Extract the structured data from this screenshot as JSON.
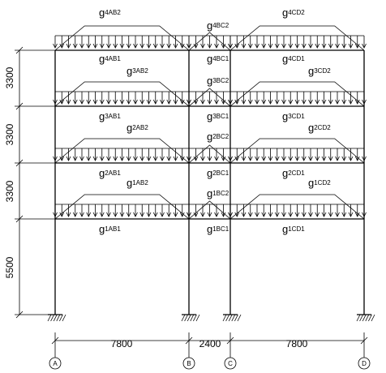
{
  "bays": [
    "7800",
    "2400",
    "7800"
  ],
  "storeys": [
    "3300",
    "3300",
    "3300",
    "5500"
  ],
  "axes": [
    "A",
    "B",
    "C",
    "D"
  ],
  "loads": [
    {
      "g": "g",
      "sub": "4AB2"
    },
    {
      "g": "g",
      "sub": "4BC2"
    },
    {
      "g": "g",
      "sub": "4CD2"
    },
    {
      "g": "g",
      "sub": "4AB1"
    },
    {
      "g": "g",
      "sub": "3AB2"
    },
    {
      "g": "g",
      "sub": "4BC1"
    },
    {
      "g": "g",
      "sub": "3BC2"
    },
    {
      "g": "g",
      "sub": "4CD1"
    },
    {
      "g": "g",
      "sub": "3CD2"
    },
    {
      "g": "g",
      "sub": "3AB1"
    },
    {
      "g": "g",
      "sub": "2AB2"
    },
    {
      "g": "g",
      "sub": "3BC1"
    },
    {
      "g": "g",
      "sub": "2BC2"
    },
    {
      "g": "g",
      "sub": "3CD1"
    },
    {
      "g": "g",
      "sub": "2CD2"
    },
    {
      "g": "g",
      "sub": "2AB1"
    },
    {
      "g": "g",
      "sub": "1AB2"
    },
    {
      "g": "g",
      "sub": "2BC1"
    },
    {
      "g": "g",
      "sub": "1BC2"
    },
    {
      "g": "g",
      "sub": "2CD1"
    },
    {
      "g": "g",
      "sub": "1CD2"
    },
    {
      "g": "g",
      "sub": "1AB1"
    },
    {
      "g": "g",
      "sub": "1BC1"
    },
    {
      "g": "g",
      "sub": "1CD1"
    }
  ]
}
